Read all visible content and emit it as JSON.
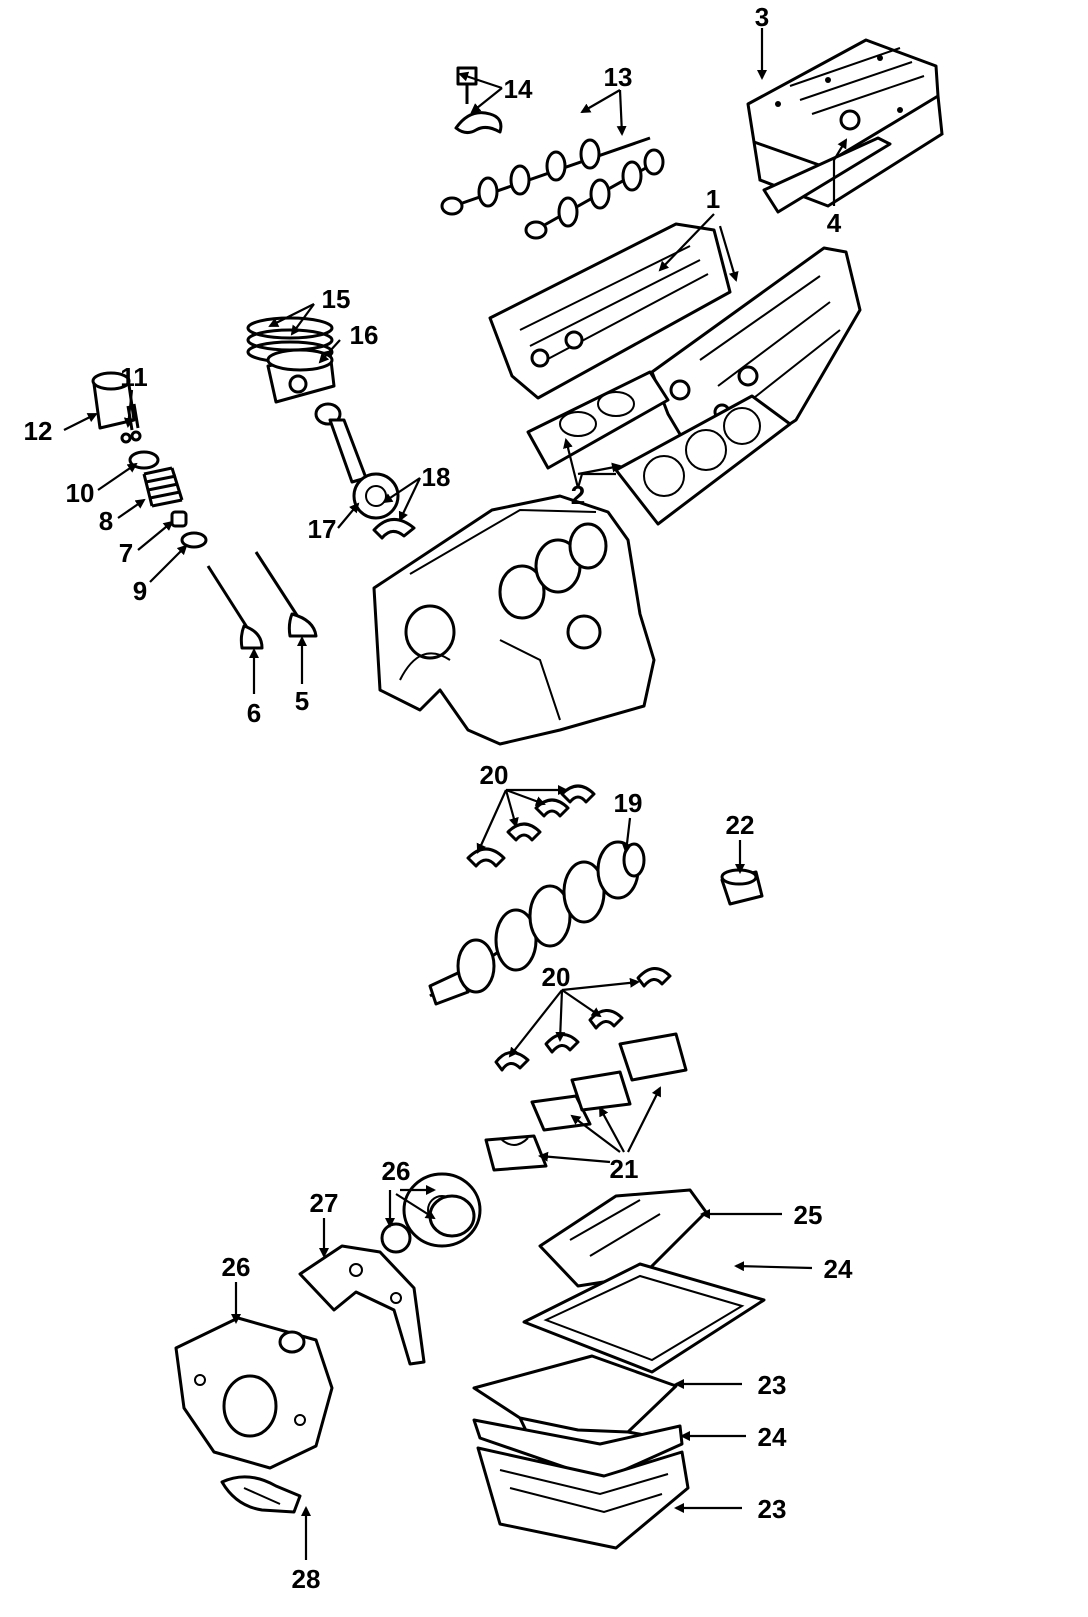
{
  "diagram": {
    "callouts": [
      "1",
      "2",
      "3",
      "4",
      "5",
      "6",
      "7",
      "8",
      "9",
      "10",
      "11",
      "12",
      "13",
      "14",
      "15",
      "16",
      "17",
      "18",
      "19",
      "20",
      "20",
      "21",
      "22",
      "23",
      "23",
      "24",
      "24",
      "25",
      "26",
      "26",
      "27",
      "28"
    ]
  }
}
